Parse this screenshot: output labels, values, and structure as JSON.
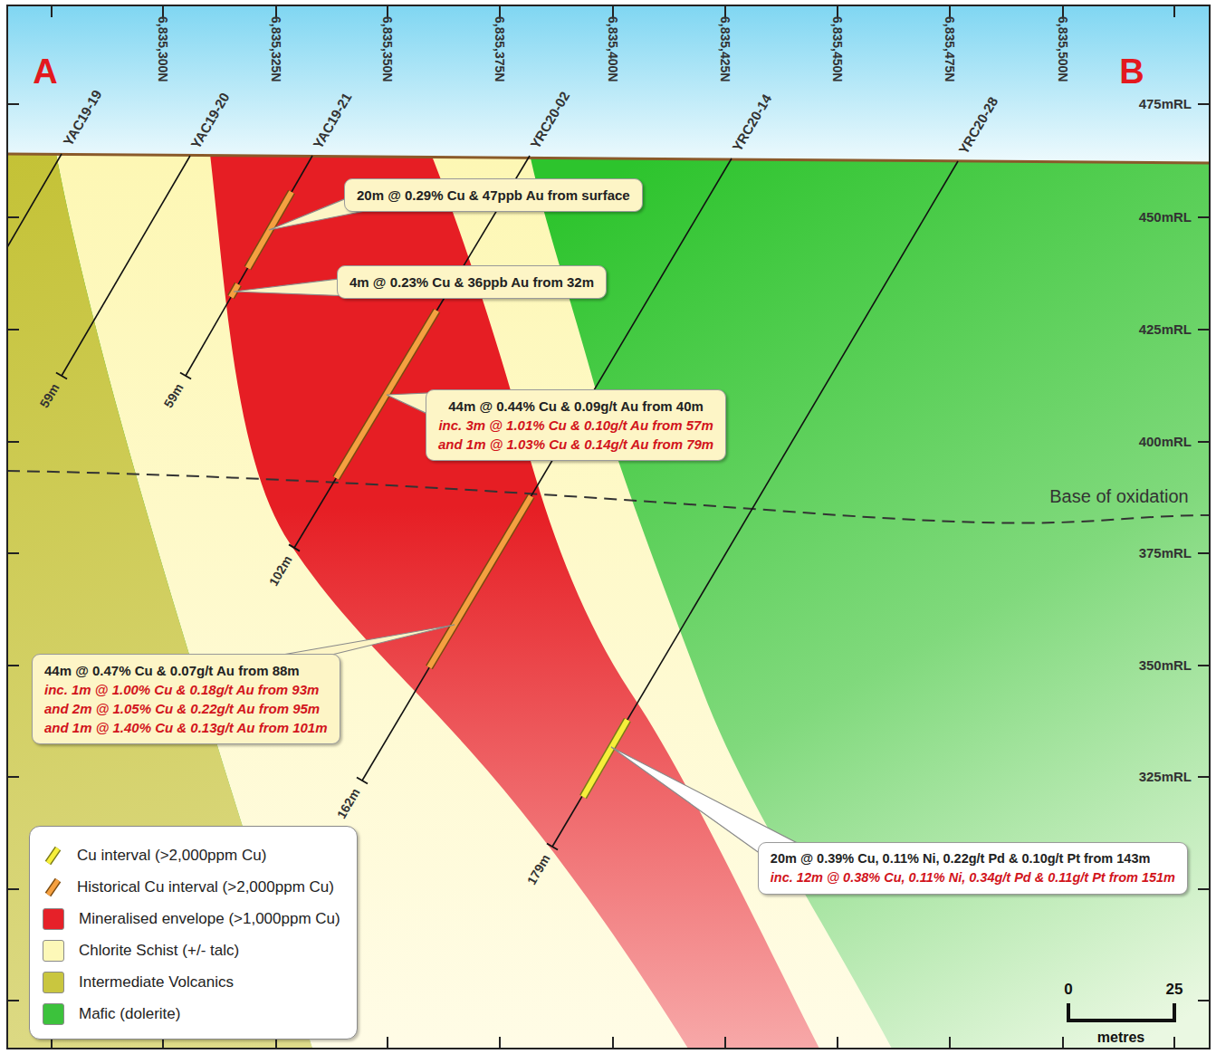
{
  "diagram": {
    "nodes": [
      {
        "text": [
          "20m @ 0.29% Cu & 47ppb Au from surface"
        ]
      },
      {
        "text": [
          "4m @ 0.23% Cu & 36ppb Au from 32m"
        ]
      },
      {
        "text": [
          "44m @ 0.44% Cu & 0.09g/t Au from 40m",
          "inc. 3m @ 1.01% Cu & 0.10g/t Au from 57m",
          "and 1m @ 1.03% Cu & 0.14g/t Au from 79m"
        ]
      },
      {
        "text": [
          "44m @ 0.47% Cu & 0.07g/t Au from 88m",
          "inc. 1m @ 1.00% Cu & 0.18g/t Au from 93m",
          "and 2m @ 1.05% Cu & 0.22g/t Au from 95m",
          "and 1m @ 1.40% Cu & 0.13g/t Au from 101m"
        ]
      },
      {
        "text": [
          "20m @ 0.39% Cu, 0.11% Ni, 0.22g/t Pd & 0.10g/t Pt from 143m",
          "inc. 12m @ 0.38% Cu, 0.11% Ni, 0.34g/t Pd & 0.11g/t Pt from 151m"
        ]
      }
    ],
    "labels": [
      "A",
      "6,835,300N",
      "6,835,325N",
      "6,835,350N",
      "6,835,375N",
      "6,835,400N",
      "6,835,425N",
      "6,835,450N",
      "6,835,475N",
      "6,835,500N",
      "B",
      "YAC19-19",
      "YAC19-20",
      "YAC19-21",
      "YRC20-02",
      "YRC20-14",
      "YRC20-28",
      "475mRL",
      "450mRL",
      "425mRL",
      "400mRL",
      "375mRL",
      "350mRL",
      "325mRL",
      "Base of oxidation",
      "59m",
      "59m",
      "102m",
      "162m",
      "179m",
      "0",
      "25",
      "metres"
    ],
    "legend": [
      {
        "text": "Cu interval (>2,000ppm Cu)"
      },
      {
        "text": "Historical Cu interval (>2,000ppm Cu)"
      },
      {
        "text": "Mineralised envelope (>1,000ppm Cu)",
        "color": "#e62129"
      },
      {
        "text": "Chlorite Schist (+/- talc)",
        "color": "#fdf8b8"
      },
      {
        "text": "Intermediate Volcanics",
        "color": "#c9c63f"
      },
      {
        "text": "Mafic (dolerite)",
        "color": "#3cc23c"
      }
    ]
  }
}
